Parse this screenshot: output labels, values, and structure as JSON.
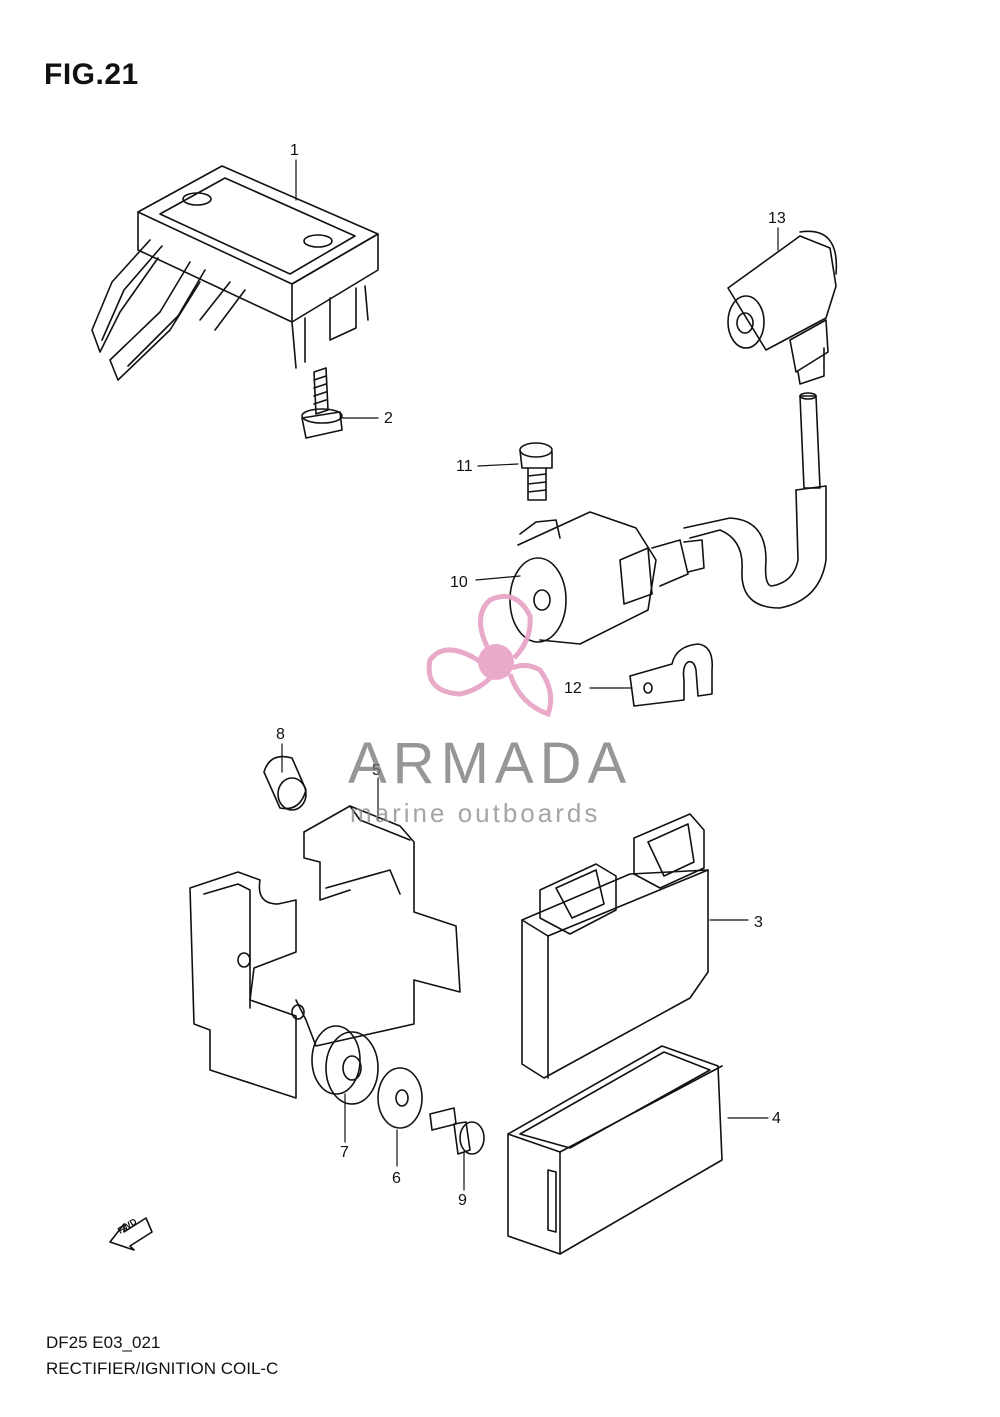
{
  "figure": {
    "title": "FIG.21"
  },
  "callouts": [
    {
      "id": "1",
      "label": "1"
    },
    {
      "id": "2",
      "label": "2"
    },
    {
      "id": "3",
      "label": "3"
    },
    {
      "id": "4",
      "label": "4"
    },
    {
      "id": "5",
      "label": "5"
    },
    {
      "id": "6",
      "label": "6"
    },
    {
      "id": "7",
      "label": "7"
    },
    {
      "id": "8",
      "label": "8"
    },
    {
      "id": "9",
      "label": "9"
    },
    {
      "id": "10",
      "label": "10"
    },
    {
      "id": "11",
      "label": "11"
    },
    {
      "id": "12",
      "label": "12"
    },
    {
      "id": "13",
      "label": "13"
    }
  ],
  "watermark": {
    "brand": "ARMADA",
    "tagline": "marine outboards",
    "color": "#e8a6c8"
  },
  "fwd_arrow": {
    "label": "FWD"
  },
  "footer": {
    "code": "DF25 E03_021",
    "caption": "RECTIFIER/IGNITION COIL-C"
  }
}
